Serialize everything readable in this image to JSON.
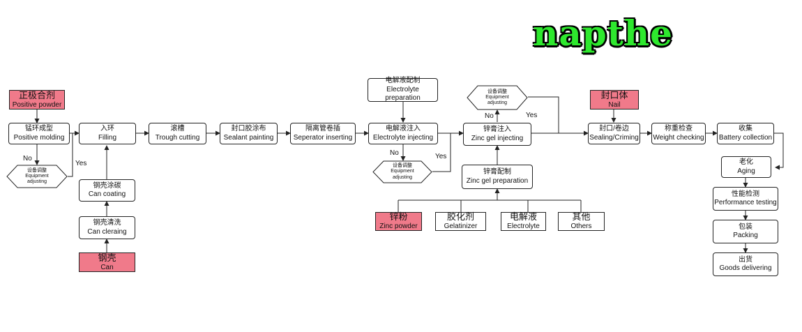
{
  "logo": "napthe",
  "nodes": {
    "positive_powder": {
      "cn": "正极合剂",
      "en": "Positive powder"
    },
    "molding": {
      "cn": "锰环成型",
      "en": "Positive   molding"
    },
    "filling": {
      "cn": "入环",
      "en": "Filling"
    },
    "trough": {
      "cn": "滚槽",
      "en": "Trough cutting"
    },
    "sealant": {
      "cn": "封口胶涂布",
      "en": "Sealant painting"
    },
    "separator": {
      "cn": "隔离管卷插",
      "en": "Seperator inserting"
    },
    "electrolyte_prep": {
      "cn": "电解液配制",
      "en": "Electrolyte  preparation"
    },
    "electrolyte_inj": {
      "cn": "电解液注入",
      "en": "Electrolyte injecting"
    },
    "zinc_inj": {
      "cn": "锌膏注入",
      "en": "Zinc gel injecting"
    },
    "zinc_prep": {
      "cn": "锌膏配制",
      "en": "Zinc gel preparation"
    },
    "nail": {
      "cn": "封口体",
      "en": "Nail"
    },
    "sealing": {
      "cn": "封口/卷边",
      "en": "Sealing/Criming"
    },
    "weight": {
      "cn": "称重检查",
      "en": "Weight checking"
    },
    "collection": {
      "cn": "收集",
      "en": "Battery collection"
    },
    "aging": {
      "cn": "老化",
      "en": "Aging"
    },
    "performance": {
      "cn": "性能检测",
      "en": "Performance testing"
    },
    "packing": {
      "cn": "包装",
      "en": "Packing"
    },
    "delivering": {
      "cn": "出货",
      "en": "Goods delivering"
    },
    "can_coating": {
      "cn": "钢壳涂碳",
      "en": "Can coating"
    },
    "can_cleaning": {
      "cn": "钢壳清洗",
      "en": "Can cleraing"
    },
    "can": {
      "cn": "钢壳",
      "en": "Can"
    },
    "zinc_powder": {
      "cn": "锌粉",
      "en": "Zinc powder"
    },
    "gelatinizer": {
      "cn": "胶化剂",
      "en": "Gelatinizer"
    },
    "electrolyte": {
      "cn": "电解液",
      "en": "Electrolyte"
    },
    "others": {
      "cn": "其他",
      "en": "Others"
    }
  },
  "decisions": {
    "d1": {
      "cn": "设备调整",
      "en1": "Equipment",
      "en2": "adjusting"
    },
    "d2": {
      "cn": "设备调整",
      "en1": "Equipment",
      "en2": "adjusting"
    },
    "d3": {
      "cn": "设备调整",
      "en1": "Equipment",
      "en2": "adjusting"
    }
  },
  "labels": {
    "no": "No",
    "yes": "Yes"
  },
  "colors": {
    "raw_material": "#f07a8a",
    "stroke": "#222222",
    "logo": "#2ee82e"
  }
}
